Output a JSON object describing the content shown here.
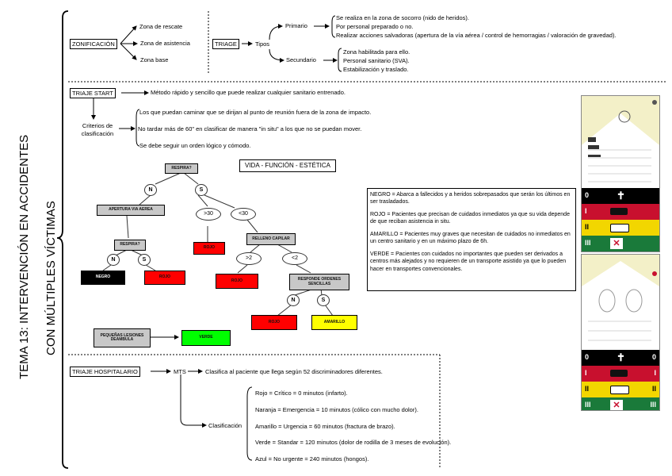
{
  "title": {
    "line1": "TEMA 13: INTERVENCIÓN EN ACCIDENTES",
    "line2": "CON MÚLTIPLES VÍCTIMAS"
  },
  "zonificacion": {
    "label": "ZONIFICACIÓN",
    "items": [
      "Zona de rescate",
      "Zona de asistencia",
      "Zona base"
    ]
  },
  "triage": {
    "label": "TRIAGE",
    "tipos": "Tipos",
    "primario": "Primario",
    "primario_lines": [
      "Se realiza en la zona de socorro (nido de heridos).",
      "Por personal preparado o no.",
      "Realizar acciones salvadoras (apertura de la vía aérea / control de hemorragias / valoración de gravedad)."
    ],
    "secundario": "Secundario",
    "secundario_lines": [
      "Zona habilitada para ello.",
      "Personal sanitario (SVA).",
      "Estabilización y traslado."
    ]
  },
  "start": {
    "label": "TRIAJE START",
    "desc": "Método rápido y sencillo que puede realizar cualquier sanitario entrenado.",
    "criterios": "Criterios de clasificación",
    "criterios_lines": [
      "Los que puedan caminar que se dirijan al punto de reunión fuera de la zona de impacto.",
      "No tardar más de 60\" en clasificar de manera \"in situ\" a los que no se puedan mover.",
      "Se debe seguir un orden lógico y cómodo."
    ],
    "vfe": "VIDA - FUNCIÓN - ESTÉTICA"
  },
  "flow": {
    "respira": "RESPIRA?",
    "apertura": "APERTURA VIA AEREA",
    "respira2": "RESPIRA?",
    "negro": "NEGRO",
    "rojo1": "ROJO",
    "rojo2": "ROJO",
    "relleno": "RELLENO CAPILAR",
    "rojo3": "ROJO",
    "responde": "RESPONDE ORDENES SENCILLAS",
    "rojo4": "ROJO",
    "amarillo": "AMARILLO",
    "lesiones": "PEQUEÑAS LESIONES DEAMBULA",
    "verde": "VERDE",
    "n": "N",
    "s": "S",
    "gt30": ">30",
    "lt30": "<30",
    "gt2": ">2",
    "lt2": "<2"
  },
  "legend": [
    "NEGRO = Abarca a fallecidos y a heridos sobrepasados que serán los últimos en ser trasladados.",
    "ROJO = Pacientes que precisan de cuidados inmediatos ya que su vida depende de que reciban asistencia in situ.",
    "AMARILLO = Pacientes muy graves que necesitan de cuidados no inmediatos en un centro sanitario y en un máximo plazo de 6h.",
    "VERDE = Pacientes con cuidados no importantes que pueden ser derivados a centros más alejados y no requieren de un transporte asistido ya que lo pueden hacer en transportes convencionales."
  ],
  "hospital": {
    "label": "TRIAJE HOSPITALARIO",
    "mts": "MTS",
    "mts_desc": "Clasifica al paciente que llega según 52 discriminadores diferentes.",
    "clasificacion": "Clasificación",
    "items": [
      "Rojo = Crítico = 0 minutos (infarto).",
      "Naranja = Emergencia = 10 minutos (cólico con mucho dolor).",
      "Amarillo = Urgencia = 60 minutos (fractura de brazo).",
      "Verde = Standar = 120 minutos (dolor de rodilla de 3 meses de evolución).",
      "Azul = No urgente = 240 minutos (hongos)."
    ]
  },
  "cards": {
    "numerals": [
      "0",
      "I",
      "II",
      "III"
    ],
    "colors": {
      "black": "#000000",
      "red": "#c8102e",
      "yellow": "#f2d600",
      "green": "#1a7a3a",
      "cream": "#f3f0c8"
    }
  },
  "colors": {
    "negro": "#000000",
    "rojo": "#ff0000",
    "amarillo": "#ffff00",
    "verde": "#00ff00",
    "gray": "#c8c8c8"
  }
}
